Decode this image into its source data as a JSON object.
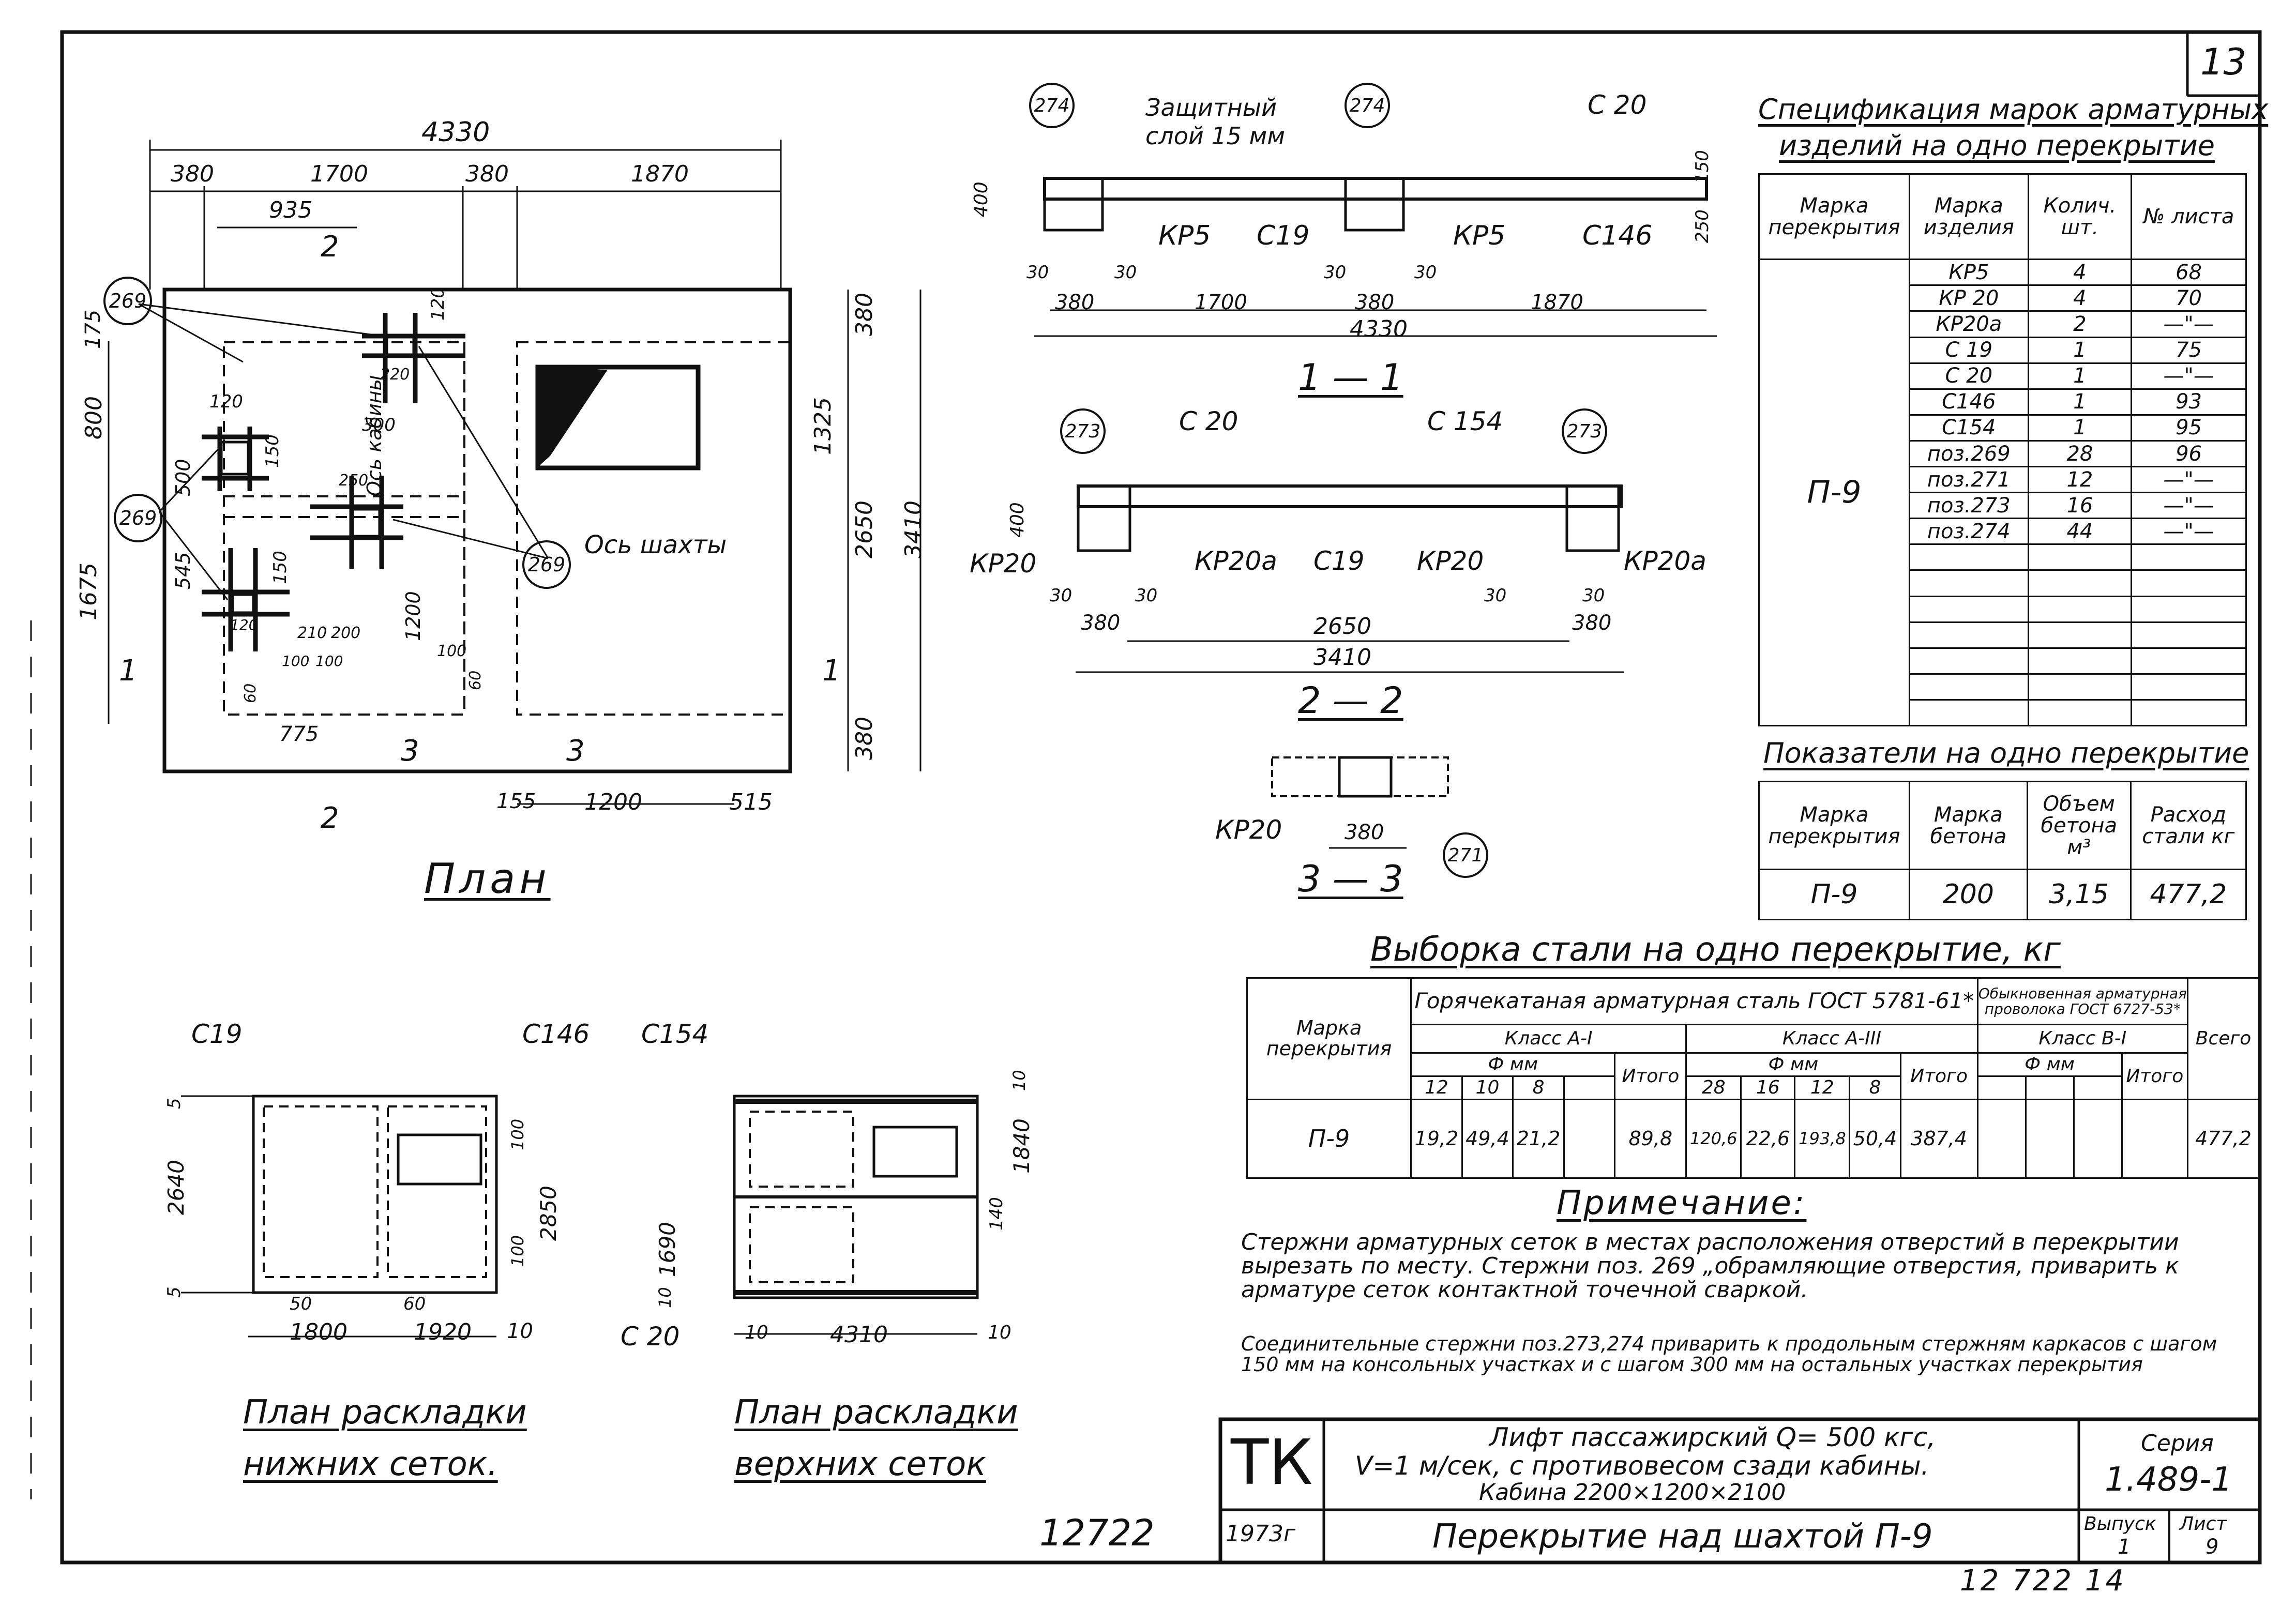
{
  "sheet_number": "13",
  "bottom_stamp_left": "12722",
  "bottom_stamp_right": "12 722   14",
  "plan": {
    "title": "План",
    "dims_top": [
      "4330",
      "380",
      "1700",
      "380",
      "1870",
      "935"
    ],
    "dims_left": [
      "175",
      "800",
      "1675"
    ],
    "dims_right": [
      "380",
      "1325",
      "2650",
      "3410",
      "380"
    ],
    "dims_bottom": [
      "155",
      "1200",
      "515"
    ],
    "dims_inner": [
      "120",
      "220",
      "300",
      "120",
      "250",
      "500",
      "150",
      "545",
      "150",
      "120",
      "1200",
      "210",
      "200",
      "100",
      "100",
      "100",
      "60",
      "60",
      "775"
    ],
    "markers": [
      "269",
      "269",
      "269"
    ],
    "section_marks": [
      "2",
      "2",
      "1",
      "1",
      "3",
      "3"
    ],
    "labels": [
      "Ось кабины",
      "Ось шахты"
    ]
  },
  "section_1_1": {
    "title": "1 — 1",
    "callouts": [
      "274",
      "274"
    ],
    "labels": [
      "Защитный",
      "слой 15 мм",
      "С 20",
      "КР5",
      "С19",
      "КР5",
      "С146"
    ],
    "dims": [
      "400",
      "150",
      "250",
      "30",
      "30",
      "30",
      "30",
      "380",
      "1700",
      "380",
      "1870",
      "4330"
    ]
  },
  "section_2_2": {
    "title": "2 — 2",
    "callouts": [
      "273",
      "273"
    ],
    "labels": [
      "С 20",
      "С 154",
      "КР20",
      "КР20а",
      "С19",
      "КР20",
      "КР20а"
    ],
    "dims": [
      "400",
      "30",
      "30",
      "30",
      "30",
      "380",
      "380",
      "2650",
      "3410"
    ]
  },
  "section_3_3": {
    "title": "3 — 3",
    "callouts": [
      "271"
    ],
    "labels": [
      "КР20"
    ],
    "dims": [
      "380"
    ]
  },
  "lower_mesh": {
    "title_line1": "План раскладки",
    "title_line2": "нижних сеток.",
    "labels": [
      "С19",
      "С146"
    ],
    "dims": [
      "5",
      "2640",
      "5",
      "100",
      "2850",
      "100",
      "50",
      "60",
      "1800",
      "1920",
      "10"
    ]
  },
  "upper_mesh": {
    "title_line1": "План раскладки",
    "title_line2": "верхних сеток",
    "labels": [
      "С154",
      "С 20"
    ],
    "dims": [
      "10",
      "1840",
      "140",
      "1690",
      "10",
      "10",
      "4310",
      "10"
    ]
  },
  "spec_table": {
    "title_line1": "Спецификация марок арматурных",
    "title_line2": "изделий на одно перекрытие",
    "headers": [
      "Марка перекрытия",
      "Марка изделия",
      "Колич. шт.",
      "№ листа"
    ],
    "mark": "П-9",
    "rows": [
      [
        "КР5",
        "4",
        "68"
      ],
      [
        "КР 20",
        "4",
        "70"
      ],
      [
        "КР20а",
        "2",
        "—\"—"
      ],
      [
        "С 19",
        "1",
        "75"
      ],
      [
        "С 20",
        "1",
        "—\"—"
      ],
      [
        "С146",
        "1",
        "93"
      ],
      [
        "С154",
        "1",
        "95"
      ],
      [
        "поз.269",
        "28",
        "96"
      ],
      [
        "поз.271",
        "12",
        "—\"—"
      ],
      [
        "поз.273",
        "16",
        "—\"—"
      ],
      [
        "поз.274",
        "44",
        "—\"—"
      ]
    ]
  },
  "indicators_table": {
    "title": "Показатели на одно перекрытие",
    "headers": [
      "Марка перекрытия",
      "Марка бетона",
      "Объем бетона м³",
      "Расход стали кг"
    ],
    "row": [
      "П-9",
      "200",
      "3,15",
      "477,2"
    ]
  },
  "steel_table": {
    "title": "Выборка стали на одно перекрытие, кг",
    "col_mark": "Марка перекрытия",
    "group_hot": "Горячекатаная арматурная сталь ГОСТ 5781-61*",
    "group_wire": "Обыкновенная арматурная проволока ГОСТ 6727-53*",
    "class_a1": "Класс А-I",
    "class_a3": "Класс А-III",
    "class_b1": "Класс В-I",
    "phi_mm": "Ф мм",
    "itogo": "Итого",
    "vsego": "Всего",
    "d_a1": [
      "12",
      "10",
      "8",
      ""
    ],
    "d_a3": [
      "28",
      "16",
      "12",
      "8"
    ],
    "row_mark": "П-9",
    "v_a1": [
      "19,2",
      "49,4",
      "21,2",
      ""
    ],
    "v_a1_total": "89,8",
    "v_a3": [
      "120,6",
      "22,6",
      "193,8",
      "50,4"
    ],
    "v_a3_total": "387,4",
    "v_b1": [
      "",
      "",
      ""
    ],
    "v_b1_total": "",
    "v_total": "477,2"
  },
  "notes": {
    "title": "Примечание:",
    "p1": "Стержни арматурных сеток в местах расположения отверстий в перекрытии вырезать по месту. Стержни поз. 269 „обрамляющие отверстия, приварить к арматуре сеток контактной точечной сваркой.",
    "p2": "Соединительные стержни поз.273,274 приварить к продольным стержням каркасов с шагом 150 мм на консольных участках и с шагом 300 мм на остальных участках перекрытия"
  },
  "title_block": {
    "code": "ТК",
    "year": "1973г",
    "desc_line1": "Лифт пассажирский Q= 500 кгс,",
    "desc_line2": "V=1 м/сек, с противовесом сзади кабины.",
    "desc_line3": "Кабина 2200×1200×2100",
    "title": "Перекрытие над шахтой П-9",
    "series_label": "Серия",
    "series": "1.489-1",
    "issue_label": "Выпуск",
    "issue": "1",
    "sheet_label": "Лист",
    "sheet": "9"
  }
}
